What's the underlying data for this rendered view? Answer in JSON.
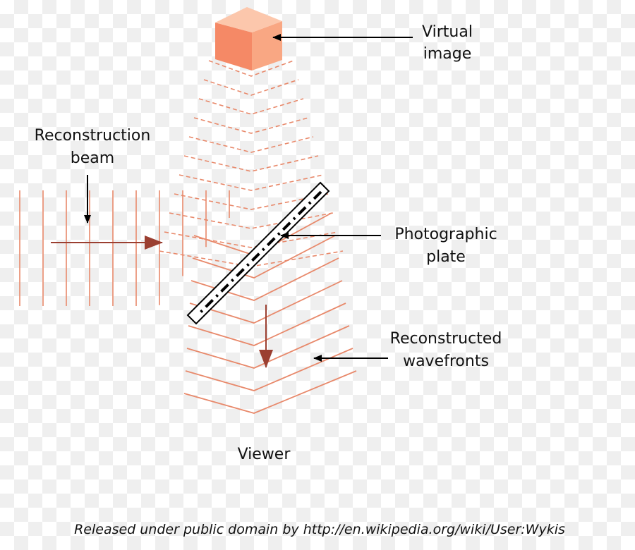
{
  "labels": {
    "virtual_image_1": "Virtual",
    "virtual_image_2": "image",
    "recon_beam_1": "Reconstruction",
    "recon_beam_2": "beam",
    "plate_1": "Photographic",
    "plate_2": "plate",
    "wavefronts_1": "Reconstructed",
    "wavefronts_2": "wavefronts",
    "viewer": "Viewer"
  },
  "credit": "Released under public domain by http://en.wikipedia.org/wiki/User:Wykis",
  "colors": {
    "wave": "#e8896b",
    "arrow": "#9b3f31",
    "cube_front": "#f58966",
    "cube_side": "#f9a783",
    "cube_top": "#fcc7ac",
    "ink": "#000000"
  }
}
